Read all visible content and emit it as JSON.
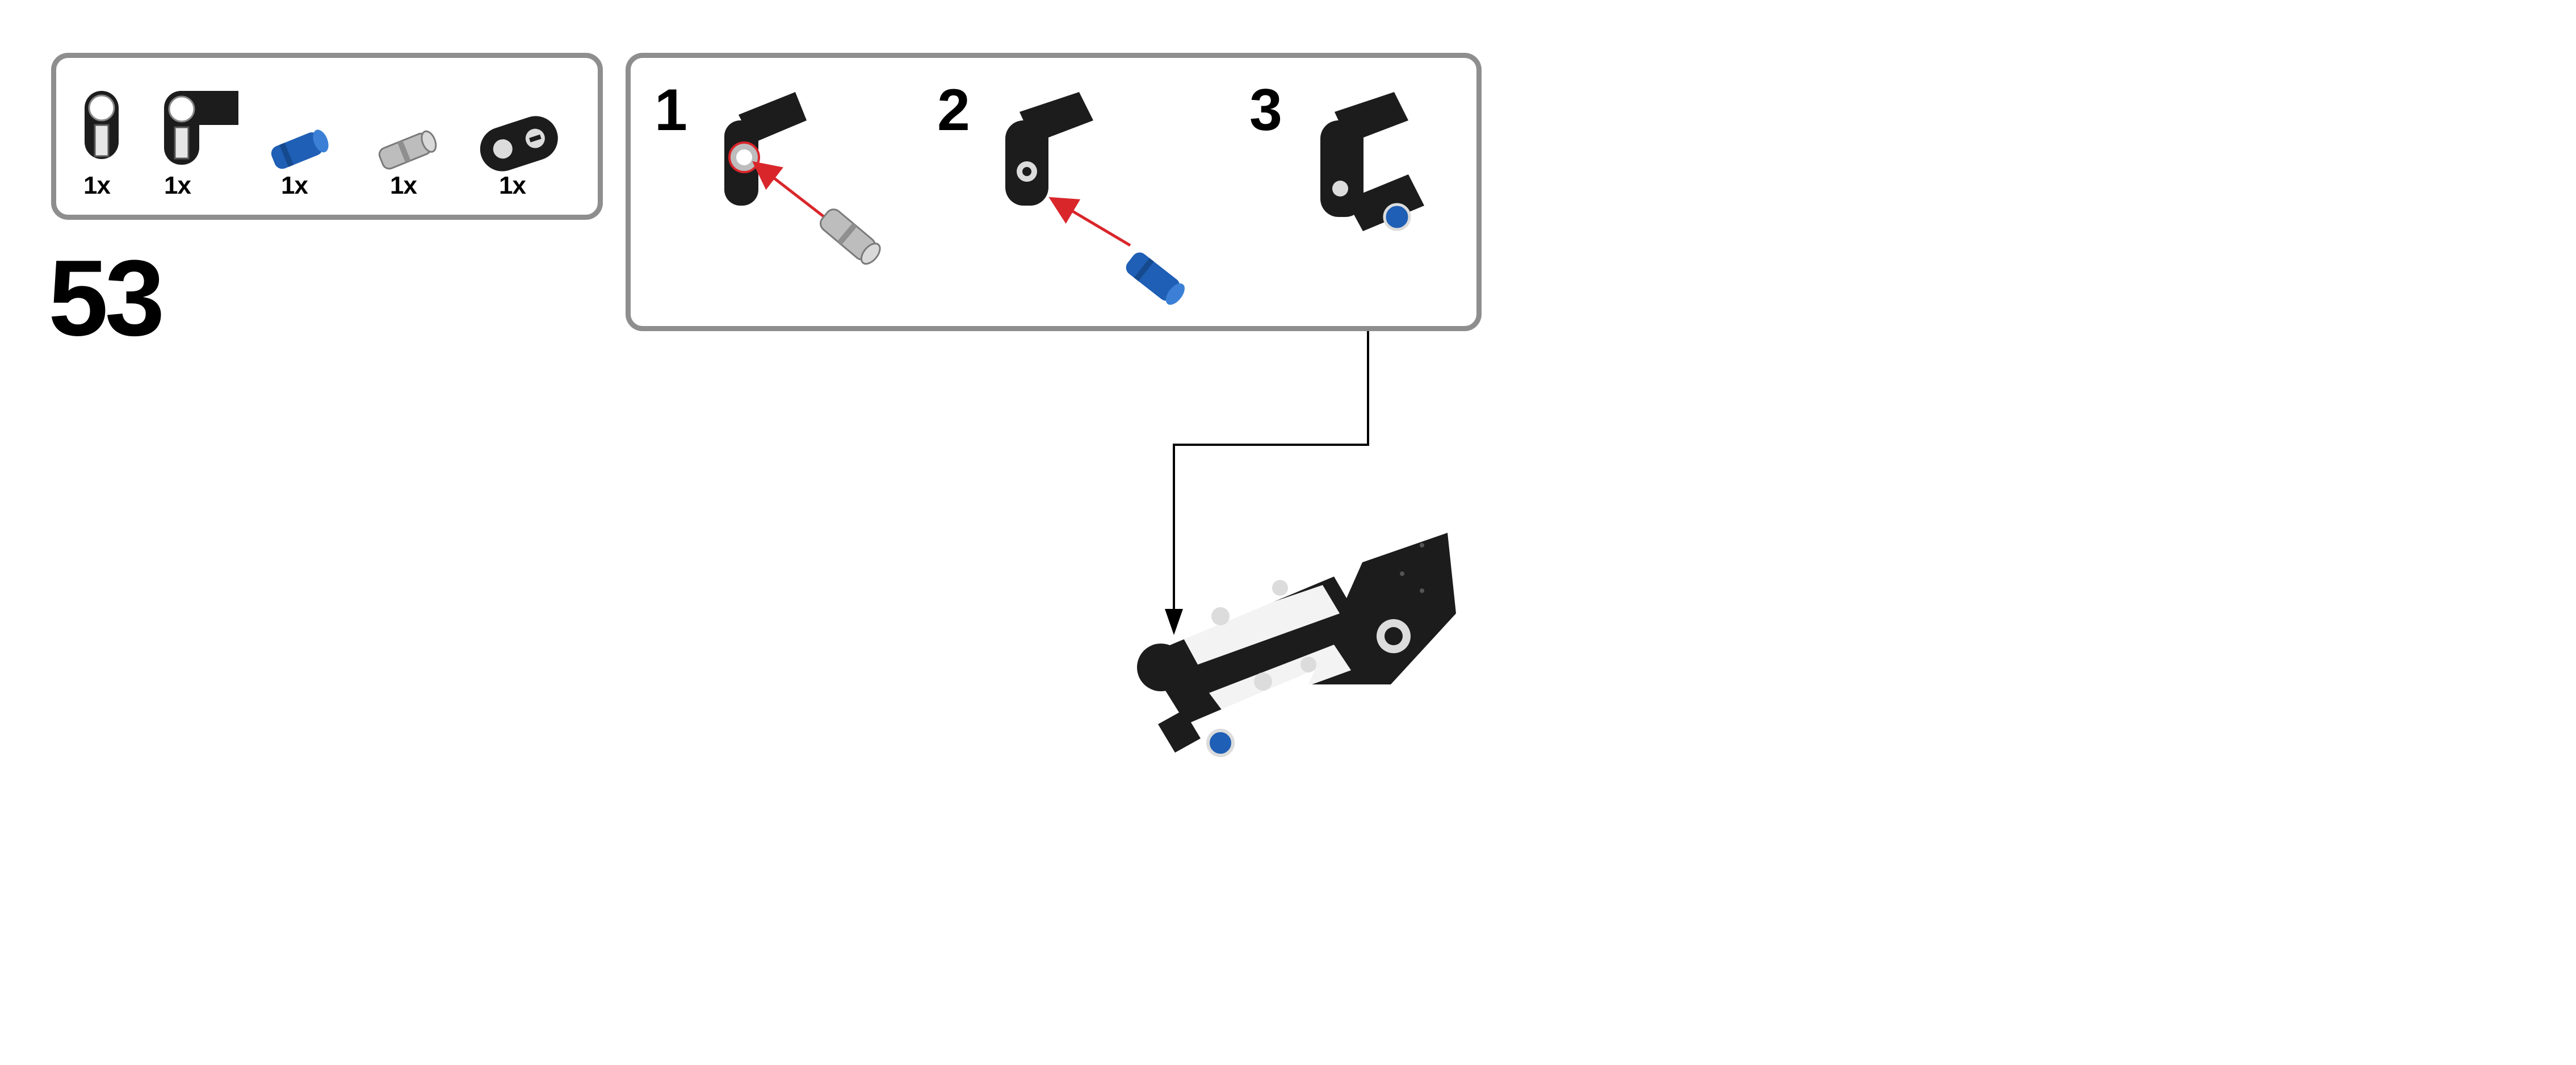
{
  "step_number": "53",
  "parts_list": [
    {
      "name": "beam-1",
      "quantity": "1x"
    },
    {
      "name": "angle-beam-6",
      "quantity": "1x"
    },
    {
      "name": "axle-pin-blue",
      "quantity": "1x"
    },
    {
      "name": "pin-gray",
      "quantity": "1x"
    },
    {
      "name": "double-connector",
      "quantity": "1x"
    }
  ],
  "substeps": [
    "1",
    "2",
    "3"
  ],
  "colors": {
    "panel_border": "#8e8e8e",
    "part_black": "#1c1c1c",
    "part_blue": "#1f5fb5",
    "part_gray": "#bdbdbd",
    "arrow_red": "#d9262b"
  }
}
